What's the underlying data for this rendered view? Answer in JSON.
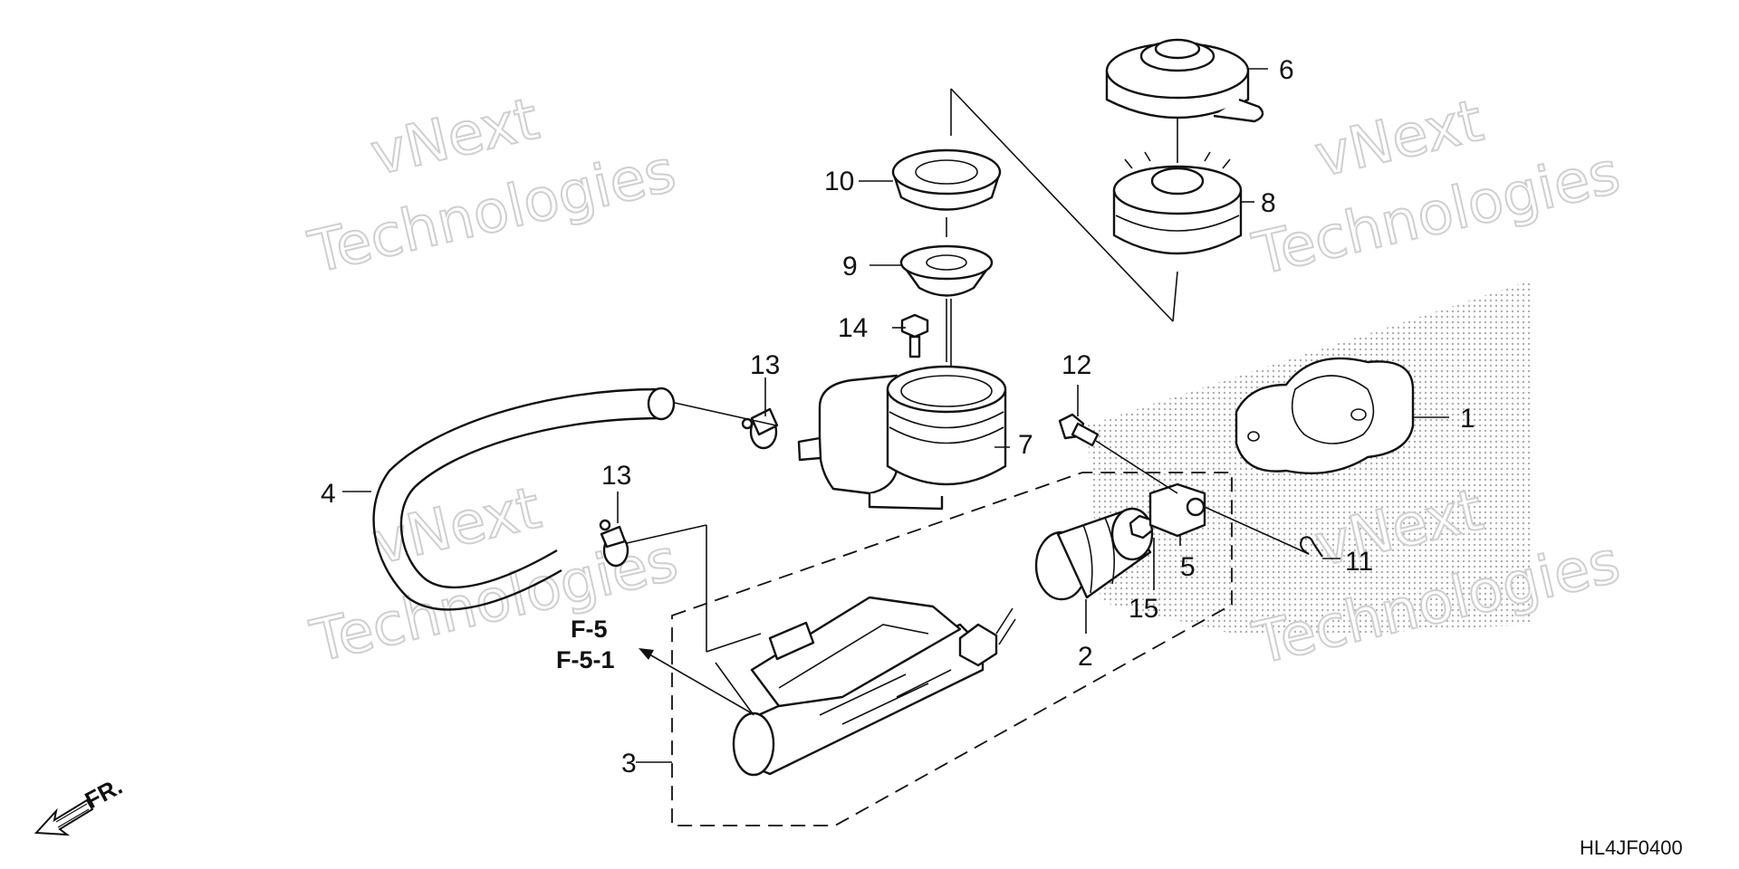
{
  "callouts": [
    "1",
    "2",
    "3",
    "4",
    "5",
    "6",
    "7",
    "8",
    "9",
    "10",
    "11",
    "12",
    "13",
    "13",
    "14",
    "15"
  ],
  "references": [
    "F-5",
    "F-5-1"
  ],
  "direction_label": "FR.",
  "diagram_code": "HL4JF0400",
  "watermark": {
    "line1": "vNext",
    "line2": "Technologies"
  }
}
